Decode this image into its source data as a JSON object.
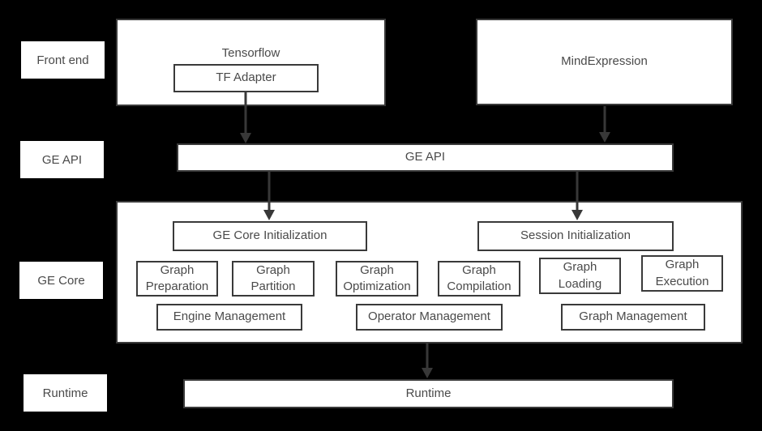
{
  "colors": {
    "background": "#000000",
    "box_fill": "#ffffff",
    "box_border": "#3a3a3a",
    "text": "#4a4a4a",
    "arrow": "#383838"
  },
  "layers": [
    {
      "label": "Front end"
    },
    {
      "label": "GE API"
    },
    {
      "label": "GE Core"
    },
    {
      "label": "Runtime"
    }
  ],
  "front_end": {
    "tensorflow_label": "Tensorflow",
    "tf_adapter_label": "TF Adapter",
    "mindexpression_label": "MindExpression"
  },
  "ge_api": {
    "bar_label": "GE API"
  },
  "ge_core": {
    "initialization": [
      "GE Core Initialization",
      "Session Initialization"
    ],
    "pipeline": [
      "Graph Preparation",
      "Graph Partition",
      "Graph Optimization",
      "Graph Compilation",
      "Graph Loading",
      "Graph Execution"
    ],
    "management": [
      "Engine Management",
      "Operator Management",
      "Graph Management"
    ]
  },
  "runtime": {
    "bar_label": "Runtime"
  }
}
